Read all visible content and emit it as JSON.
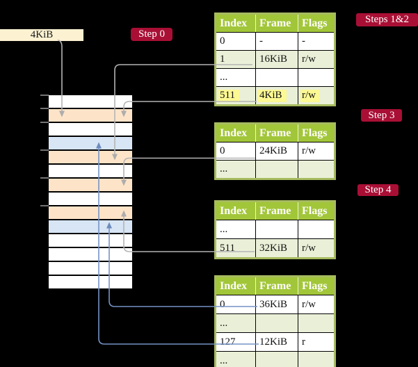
{
  "page_box": {
    "label": "4KiB"
  },
  "steps": [
    {
      "label": "Step 0"
    },
    {
      "label": "Steps 1&2"
    },
    {
      "label": "Step 3"
    },
    {
      "label": "Step 4"
    }
  ],
  "page_tables": [
    {
      "step": "Steps 1&2",
      "headers": [
        "Index",
        "Frame",
        "Flags"
      ],
      "rows": [
        {
          "cells": [
            "0",
            "-",
            "-"
          ],
          "shaded": false,
          "highlight": false
        },
        {
          "cells": [
            "1",
            "16KiB",
            "r/w"
          ],
          "shaded": true,
          "highlight": false
        },
        {
          "cells": [
            "...",
            "",
            ""
          ],
          "shaded": false,
          "highlight": false
        },
        {
          "cells": [
            "511",
            "4KiB",
            "r/w"
          ],
          "shaded": true,
          "highlight": true
        }
      ]
    },
    {
      "step": "Step 3",
      "headers": [
        "Index",
        "Frame",
        "Flags"
      ],
      "rows": [
        {
          "cells": [
            "0",
            "24KiB",
            "r/w"
          ],
          "shaded": false,
          "highlight": false
        },
        {
          "cells": [
            "...",
            "",
            ""
          ],
          "shaded": true,
          "highlight": false
        }
      ]
    },
    {
      "step": "Step 4",
      "headers": [
        "Index",
        "Frame",
        "Flags"
      ],
      "rows": [
        {
          "cells": [
            "...",
            "",
            ""
          ],
          "shaded": false,
          "highlight": false
        },
        {
          "cells": [
            "511",
            "32KiB",
            "r/w"
          ],
          "shaded": true,
          "highlight": false
        }
      ]
    },
    {
      "step": "Step 4",
      "headers": [
        "Index",
        "Frame",
        "Flags"
      ],
      "rows": [
        {
          "cells": [
            "0",
            "36KiB",
            "r/w"
          ],
          "shaded": false,
          "highlight": false
        },
        {
          "cells": [
            "...",
            "",
            ""
          ],
          "shaded": true,
          "highlight": false
        },
        {
          "cells": [
            "127",
            "12KiB",
            "r"
          ],
          "shaded": false,
          "highlight": false
        },
        {
          "cells": [
            "...",
            "",
            ""
          ],
          "shaded": true,
          "highlight": false
        }
      ]
    }
  ],
  "memory_strip": {
    "rows": [
      "white",
      "orange",
      "white",
      "blue",
      "orange",
      "white",
      "orange",
      "white",
      "orange",
      "blue",
      "white",
      "white",
      "white",
      "white"
    ]
  },
  "connections": [
    {
      "from": "page-size-box (4KiB)",
      "to": "memory-frame-row-2",
      "style": "gray"
    },
    {
      "from": "table-1 entry 1 (16KiB)",
      "to": "memory-frame-row-5",
      "style": "gray"
    },
    {
      "from": "table-1 entry 511 (4KiB)",
      "to": "memory-frame-row-2",
      "style": "gray"
    },
    {
      "from": "table-2 entry 0 (24KiB)",
      "to": "memory-frame-row-7",
      "style": "gray"
    },
    {
      "from": "table-3 entry 511 (32KiB)",
      "to": "memory-frame-row-9",
      "style": "gray"
    },
    {
      "from": "table-4 entry 0 (36KiB)",
      "to": "memory-frame-row-10",
      "style": "blue"
    },
    {
      "from": "table-4 entry 127 (12KiB)",
      "to": "memory-frame-row-4",
      "style": "blue"
    }
  ],
  "colors": {
    "background": "#000000",
    "step_label_bg": "#a90f35",
    "table_header_bg": "#a2c639",
    "table_border": "#a7bc60",
    "row_plain": "#ffffff",
    "row_shaded": "#eaf0d8",
    "highlight_yellow": "#fcf893",
    "page_box_bg": "#fcf2d2",
    "strip_orange": "#fde4c8",
    "strip_blue": "#d7e5f5",
    "gray_line": "#b4b4b4",
    "blue_line": "#7593c6"
  }
}
